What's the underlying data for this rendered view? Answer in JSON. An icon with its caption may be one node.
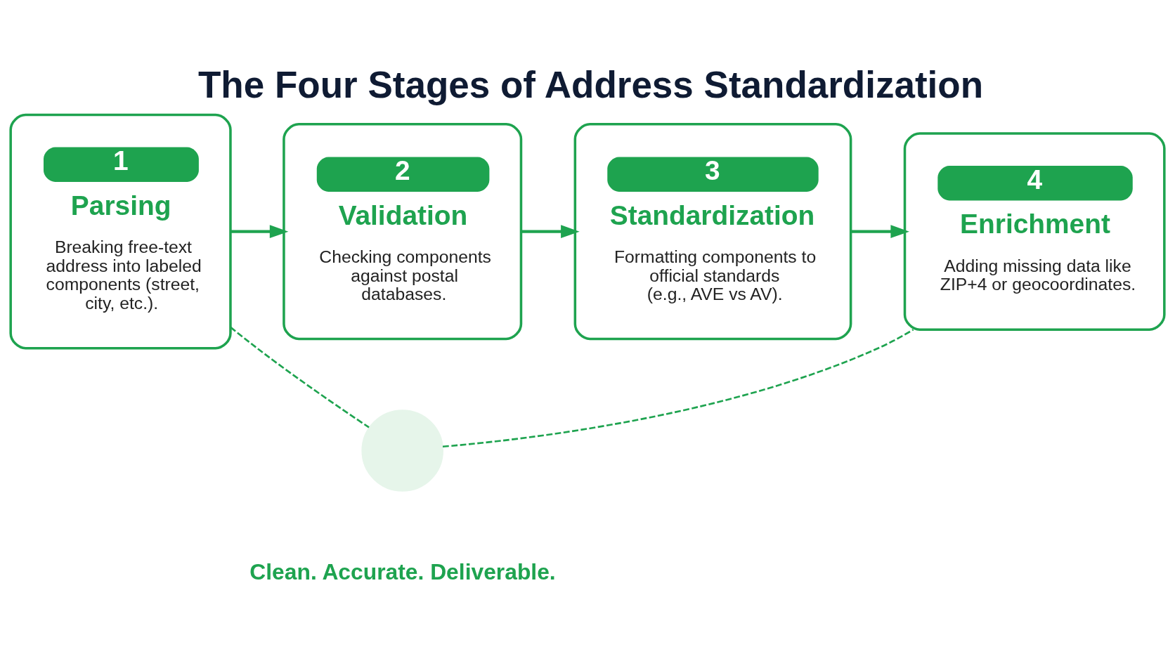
{
  "diagram": {
    "title": "The Four Stages of Address Standardization",
    "nodes": [
      {
        "text": [
          "1",
          "Parsing",
          "Breaking free-text address into labeled components (street, city, etc.)."
        ]
      },
      {
        "text": [
          "2",
          "Validation",
          "Checking components against postal databases."
        ]
      },
      {
        "text": [
          "3",
          "Standardization",
          "Formatting components to official standards (e.g., AVE vs AV)."
        ]
      },
      {
        "text": [
          "4",
          "Enrichment",
          "Adding missing data like ZIP+4 or geocoordinates."
        ]
      },
      {
        "text": [],
        "shape": "circle",
        "beside": [
          "Clean. Accurate. Deliverable."
        ]
      }
    ],
    "edges": [
      {
        "from": 0,
        "to": 1,
        "arrow": "to"
      },
      {
        "from": 1,
        "to": 2,
        "arrow": "to"
      },
      {
        "from": 2,
        "to": 3,
        "arrow": "to"
      },
      {
        "from": 0,
        "to": 4,
        "arrow": "none",
        "style": "dashed"
      },
      {
        "from": 4,
        "to": 3,
        "arrow": "none",
        "style": "dashed"
      }
    ]
  }
}
